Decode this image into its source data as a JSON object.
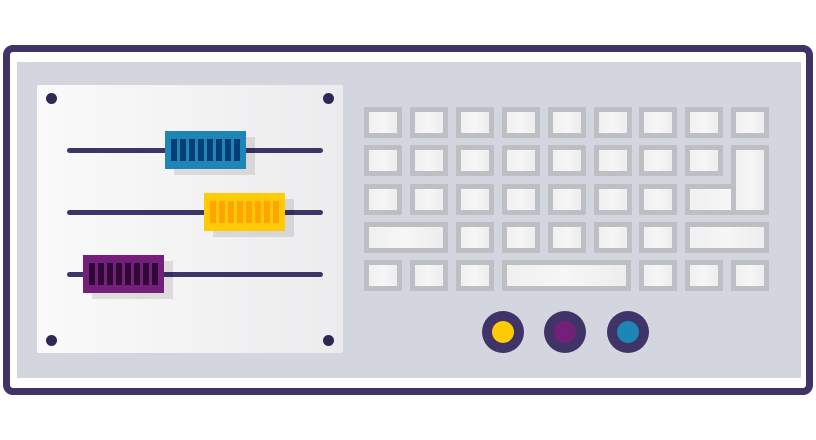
{
  "colors": {
    "frame": "#3f3368",
    "panel_background": "#d3d6de",
    "key_border": "#bdbfc5",
    "key_face": "#f2f2f2"
  },
  "mixer": {
    "sliders": [
      {
        "name": "blue-fader",
        "color": "#1e86b6",
        "grip": "#033e76",
        "level": 0.54
      },
      {
        "name": "yellow-fader",
        "color": "#ffcb05",
        "grip": "#ffa400",
        "level": 0.69
      },
      {
        "name": "purple-fader",
        "color": "#74207a",
        "grip": "#2d0934",
        "level": 0.22
      }
    ]
  },
  "keyboard": {
    "rows": [
      [
        1,
        1,
        1,
        1,
        1,
        1,
        1,
        1,
        1
      ],
      [
        1,
        1,
        1,
        1,
        1,
        1,
        1,
        1
      ],
      [
        1,
        1,
        1,
        1,
        1,
        1,
        1
      ],
      [
        2,
        1,
        1,
        1,
        1,
        1,
        2
      ],
      [
        1,
        1,
        1,
        3,
        1,
        1,
        1
      ]
    ],
    "has_enter_key": true
  },
  "buttons": [
    {
      "name": "yellow-button",
      "color": "#ffcb05"
    },
    {
      "name": "purple-button",
      "color": "#74207a"
    },
    {
      "name": "blue-button",
      "color": "#1e86b6"
    }
  ]
}
